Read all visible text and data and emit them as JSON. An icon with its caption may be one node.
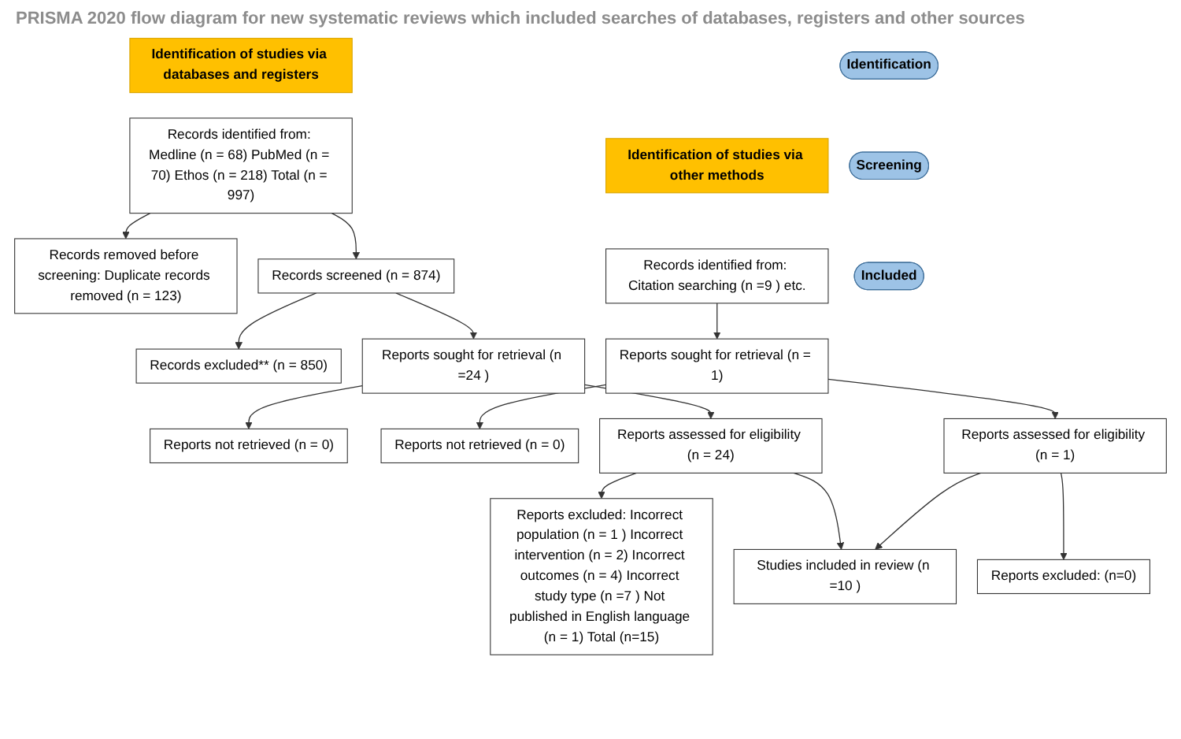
{
  "diagram": {
    "title": "PRISMA 2020 flow diagram for new systematic reviews which included searches of databases, registers and other sources",
    "nodes": [
      {
        "text": [
          "Identification of studies via databases and registers"
        ]
      },
      {
        "text": [
          "Identification of studies via other methods"
        ]
      },
      {
        "text": [
          "Identification"
        ]
      },
      {
        "text": [
          "Records identified from: Medline (n = 68) PubMed (n = 70) Ethos (n = 218) Total (n = 997)"
        ]
      },
      {
        "text": [
          "Records removed before screening: Duplicate records removed (n = 123)"
        ]
      },
      {
        "text": [
          "Records identified from: Citation searching (n =9 ) etc."
        ]
      },
      {
        "text": [
          "Screening"
        ]
      },
      {
        "text": [
          "Records screened (n = 874)"
        ]
      },
      {
        "text": [
          "Records excluded** (n = 850)"
        ]
      },
      {
        "text": [
          "Reports sought for retrieval (n =24 )"
        ]
      },
      {
        "text": [
          "Reports not retrieved (n = 0)"
        ]
      },
      {
        "text": [
          "Reports sought for retrieval (n = 1)"
        ]
      },
      {
        "text": [
          "Reports not retrieved (n = 0)"
        ]
      },
      {
        "text": [
          "Reports assessed for eligibility (n = 24)"
        ]
      },
      {
        "text": [
          "Reports excluded: Incorrect population (n = 1 ) Incorrect intervention (n = 2) Incorrect outcomes (n = 4) Incorrect study type (n =7 ) Not published in English language (n = 1) Total (n=15)"
        ]
      },
      {
        "text": [
          "Reports assessed for eligibility (n = 1)"
        ]
      },
      {
        "text": [
          "Reports excluded: (n=0)"
        ]
      },
      {
        "text": [
          "Included"
        ]
      },
      {
        "text": [
          "Studies included in review (n =10 )"
        ]
      }
    ],
    "edges": [
      {
        "from": 3,
        "to": 4,
        "arrow": "to"
      },
      {
        "from": 3,
        "to": 7,
        "arrow": "to"
      },
      {
        "from": 7,
        "to": 8,
        "arrow": "to"
      },
      {
        "from": 7,
        "to": 9,
        "arrow": "to"
      },
      {
        "from": 9,
        "to": 10,
        "arrow": "to"
      },
      {
        "from": 9,
        "to": 13,
        "arrow": "to"
      },
      {
        "from": 13,
        "to": 14,
        "arrow": "to"
      },
      {
        "from": 13,
        "to": 18,
        "arrow": "to"
      },
      {
        "from": 5,
        "to": 11,
        "arrow": "to"
      },
      {
        "from": 11,
        "to": 12,
        "arrow": "to"
      },
      {
        "from": 11,
        "to": 15,
        "arrow": "to"
      },
      {
        "from": 15,
        "to": 16,
        "arrow": "to"
      },
      {
        "from": 15,
        "to": 18,
        "arrow": "to"
      }
    ]
  }
}
